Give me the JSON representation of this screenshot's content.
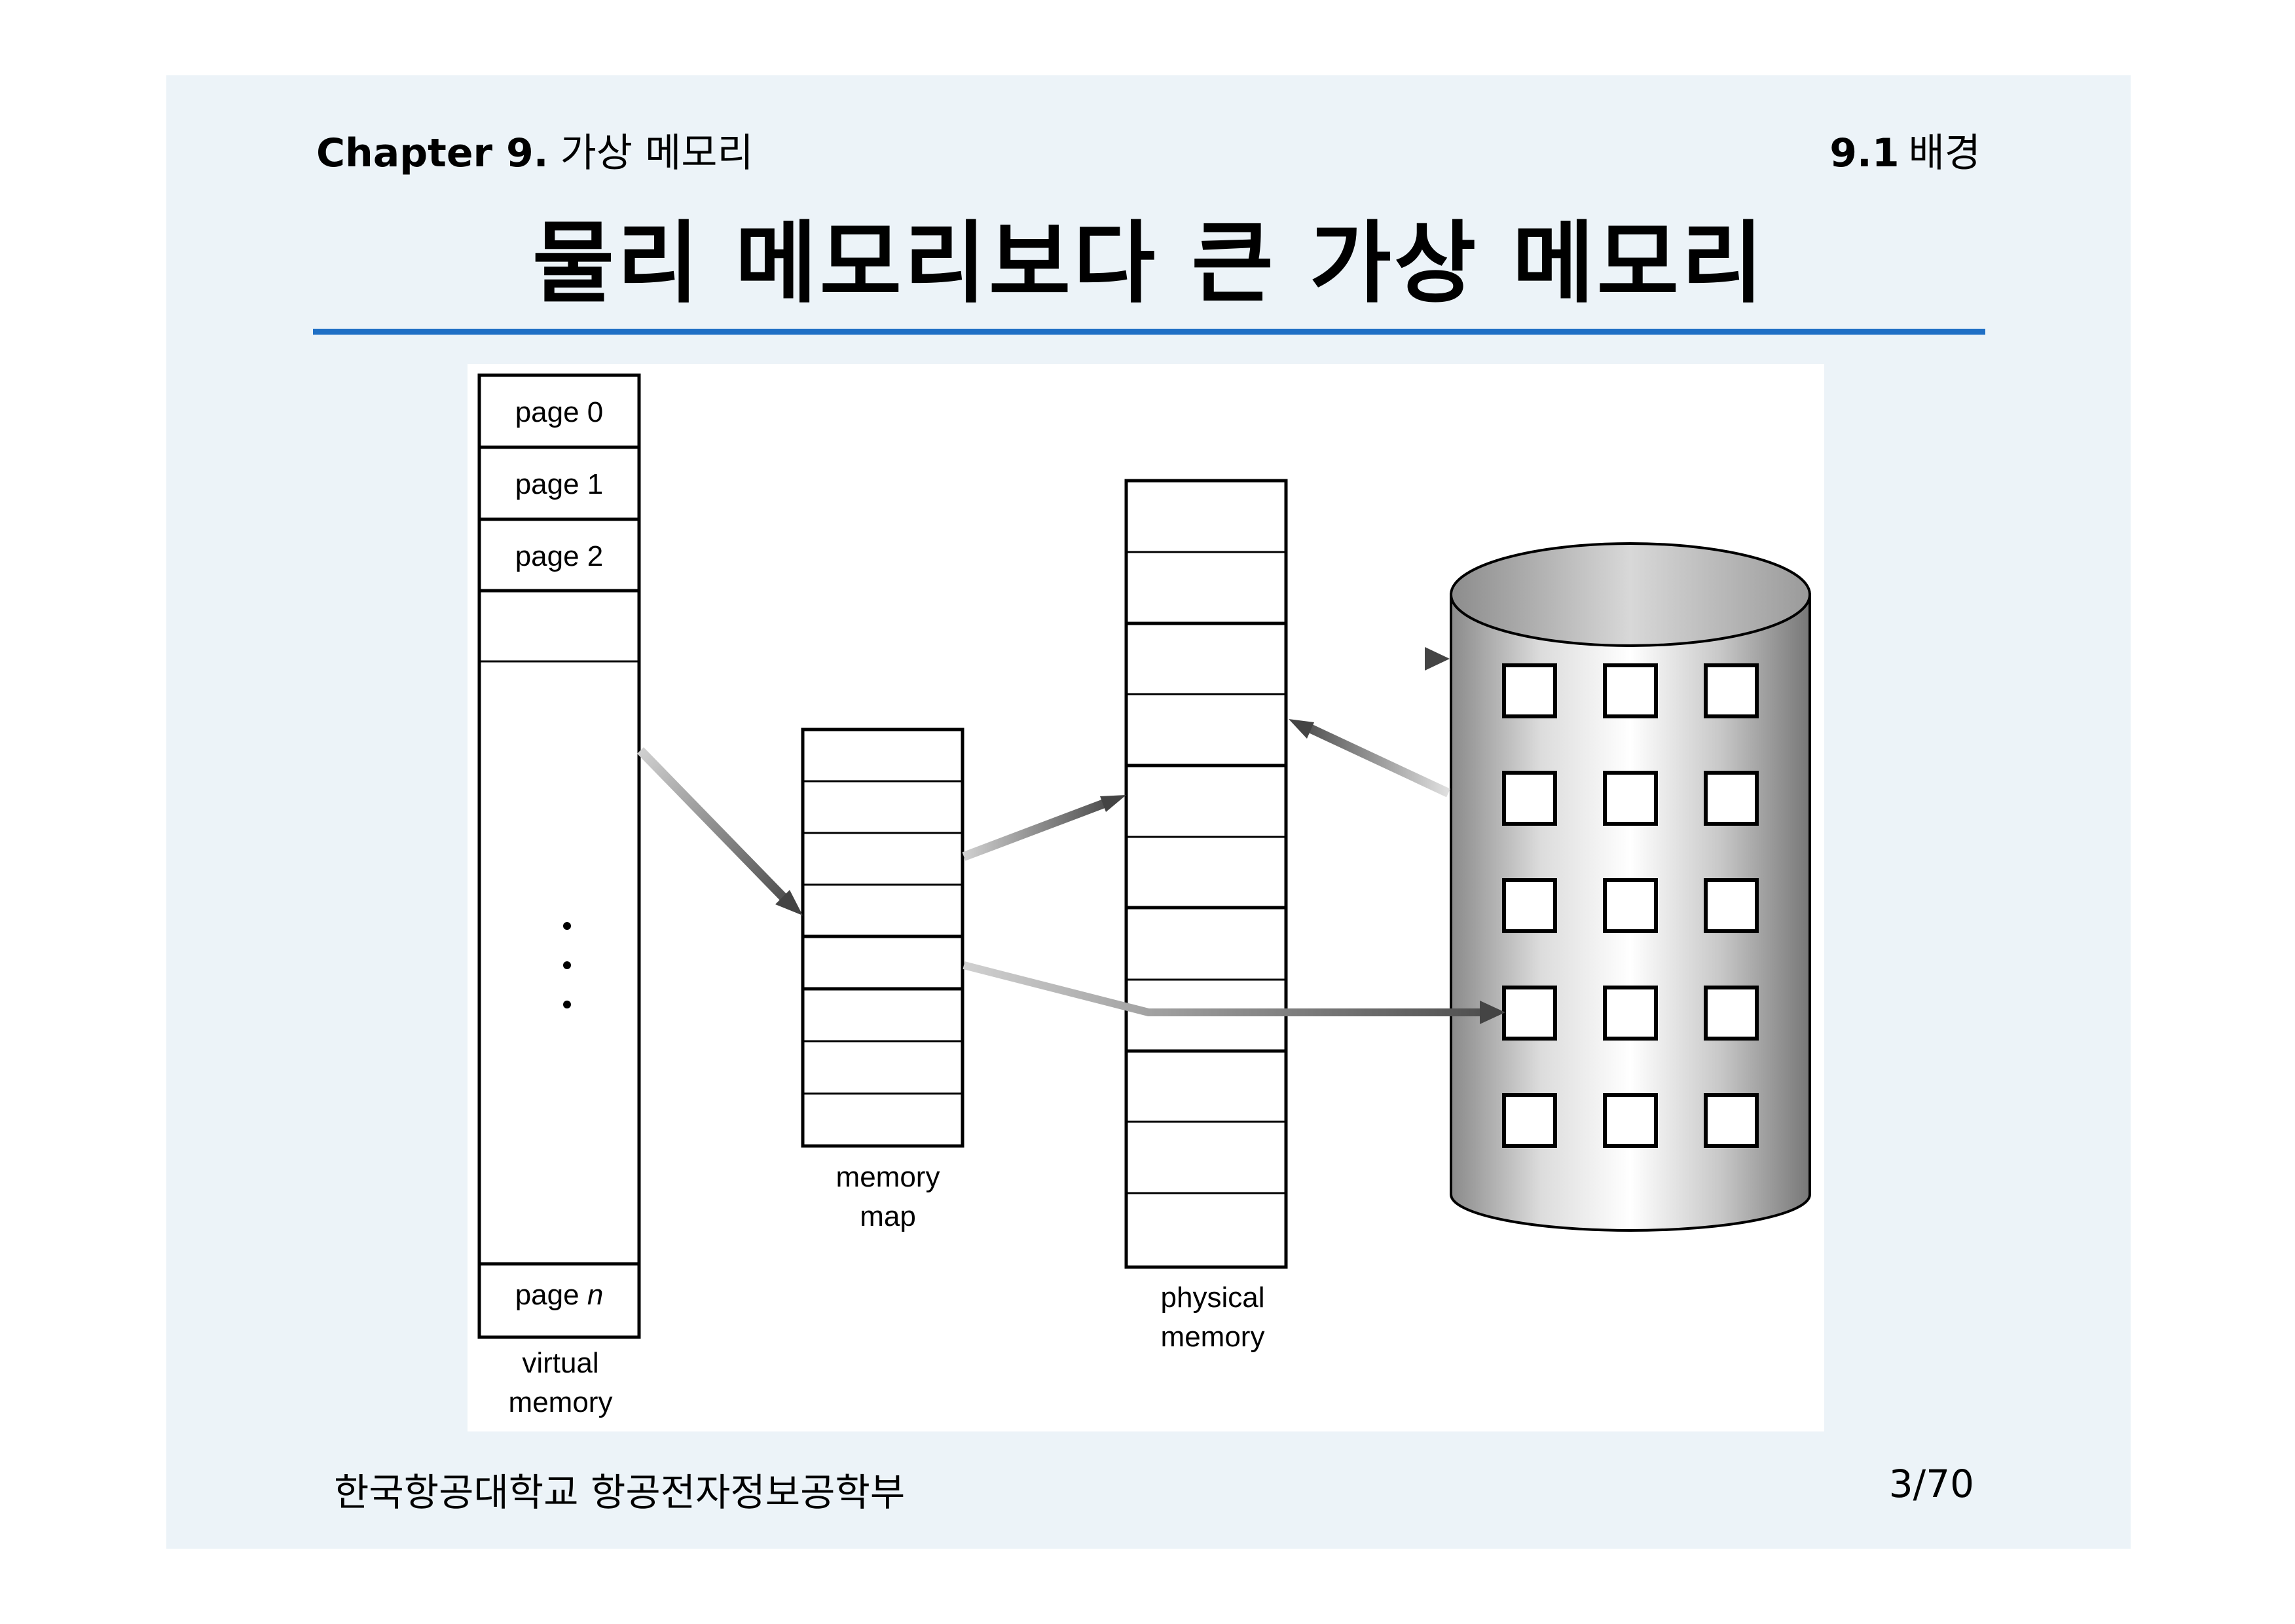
{
  "header": {
    "chapter_label": "Chapter 9.",
    "chapter_title": "가상 메모리",
    "section_number": "9.1",
    "section_title": "배경"
  },
  "slide_title": "물리 메모리보다 큰 가상 메모리",
  "diagram": {
    "virtual_memory": {
      "pages": [
        "page 0",
        "page 1",
        "page 2"
      ],
      "last_page_prefix": "page ",
      "last_page_var": "n",
      "label_line1": "virtual",
      "label_line2": "memory"
    },
    "memory_map": {
      "label_line1": "memory",
      "label_line2": "map"
    },
    "physical_memory": {
      "label_line1": "physical",
      "label_line2": "memory"
    }
  },
  "footer": {
    "institution": "한국항공대학교 항공전자정보공학부",
    "page": "3/70"
  }
}
